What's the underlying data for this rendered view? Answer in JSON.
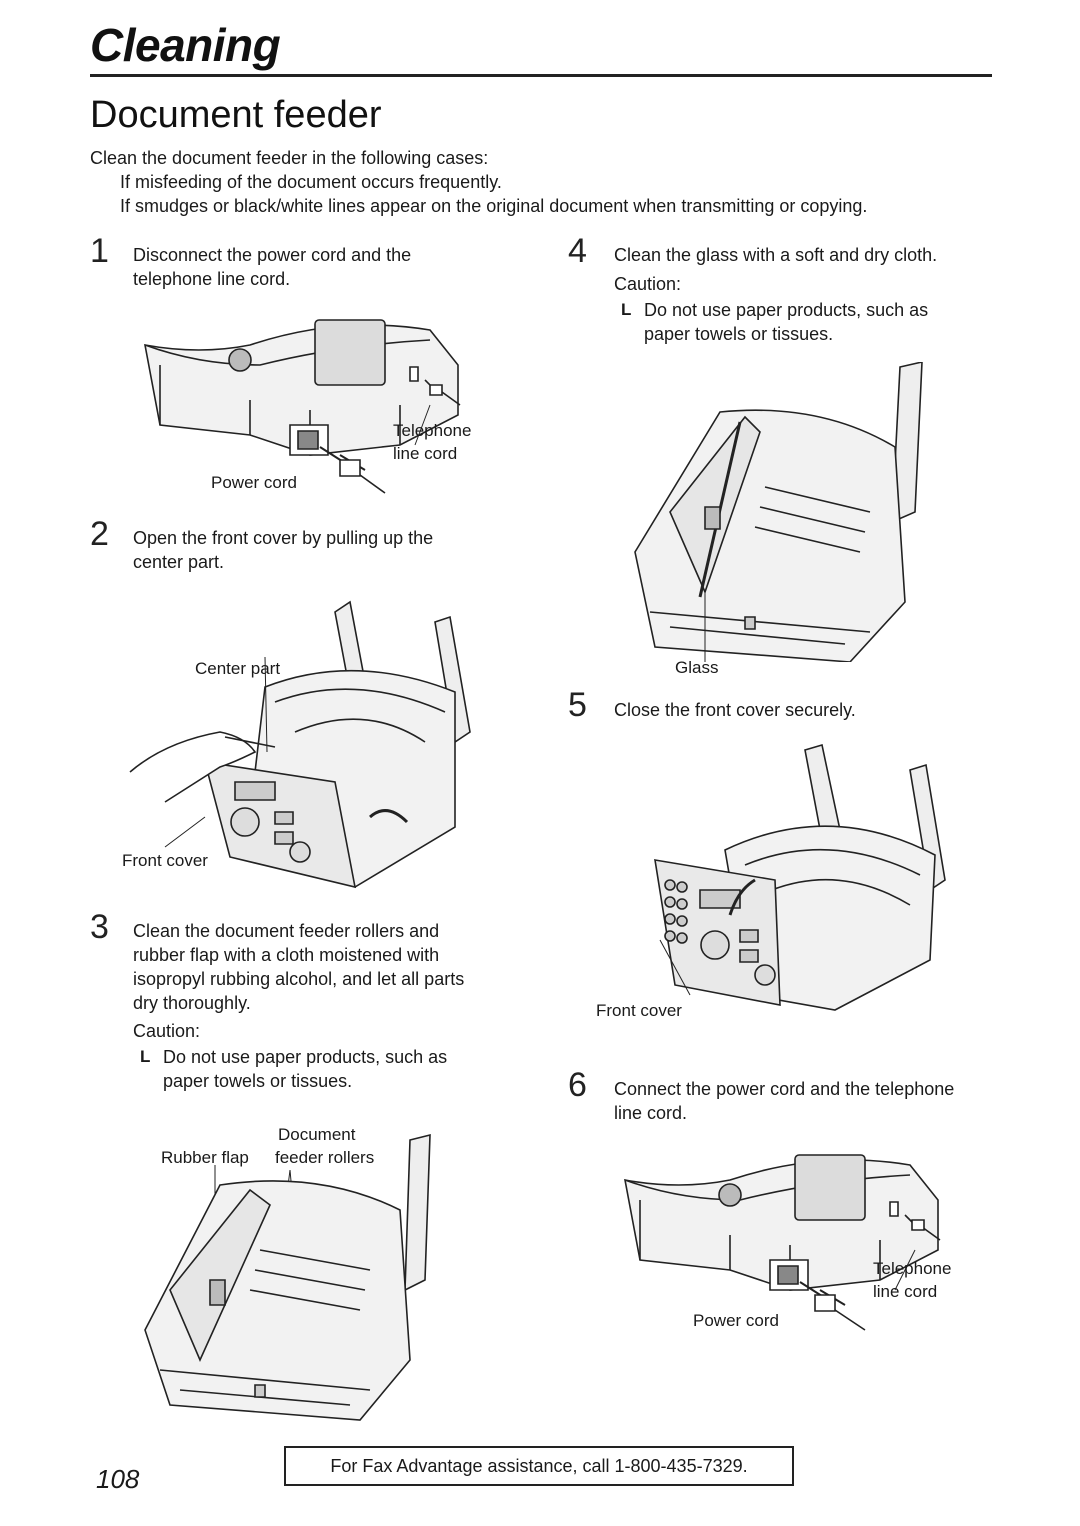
{
  "section_title": "Cleaning",
  "heading": "Document feeder",
  "intro": {
    "lead": "Clean the document feeder in the following cases:",
    "cases": [
      "If misfeeding of the document occurs frequently.",
      "If smudges or black/white lines appear on the original document when transmitting or copying."
    ]
  },
  "steps": [
    {
      "num": "1",
      "lines": [
        "Disconnect the power cord and the",
        "telephone line cord."
      ]
    },
    {
      "num": "2",
      "lines": [
        "Open the front cover by pulling up the",
        "center part."
      ]
    },
    {
      "num": "3",
      "lines": [
        "Clean the document feeder rollers and",
        "rubber flap with a cloth moistened with",
        "isopropyl rubbing alcohol, and let all parts",
        "dry thoroughly."
      ]
    },
    {
      "num": "4",
      "lines": [
        "Clean the glass with a soft and dry cloth."
      ]
    },
    {
      "num": "5",
      "lines": [
        "Close the front cover securely."
      ]
    },
    {
      "num": "6",
      "lines": [
        "Connect the power cord and the telephone",
        "line cord."
      ]
    }
  ],
  "caution": {
    "label": "Caution:",
    "bullet": "L",
    "lines": [
      "Do not use paper products, such as",
      "paper towels or tissues."
    ]
  },
  "callouts": {
    "telephone_line_cord": [
      "Telephone",
      "line cord"
    ],
    "power_cord": "Power cord",
    "center_part": "Center part",
    "front_cover": "Front cover",
    "rubber_flap": "Rubber flap",
    "document_feeder_rollers": [
      "Document",
      "feeder rollers"
    ],
    "glass": "Glass"
  },
  "page_number": "108",
  "footer": "For Fax Advantage assistance, call 1-800-435-7329."
}
